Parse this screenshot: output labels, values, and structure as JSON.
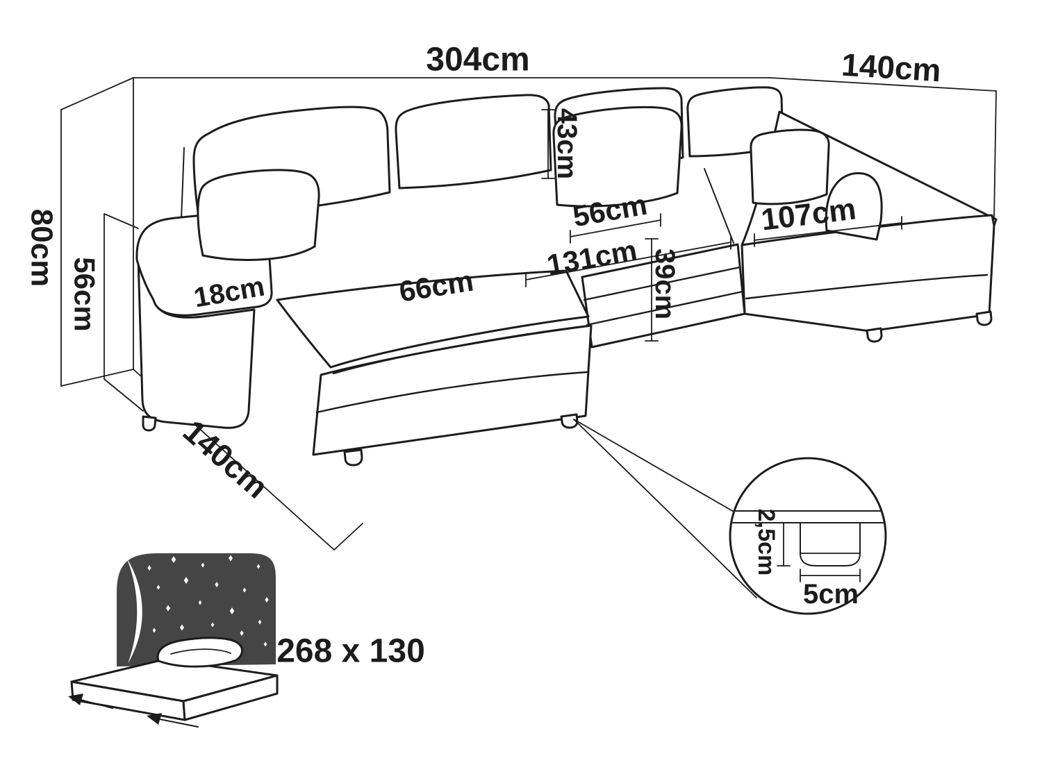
{
  "diagram": {
    "dims": {
      "total_width": "304cm",
      "right_depth": "140cm",
      "total_height": "80cm",
      "back_height": "56cm",
      "armrest_width": "18cm",
      "left_seat_width": "66cm",
      "back_cushion_height": "43cm",
      "mid_seat_depth": "56cm",
      "mid_seat_width": "131cm",
      "seat_height": "39cm",
      "right_seat_width": "107cm",
      "left_depth": "140cm",
      "leg_height": "2,5cm",
      "leg_width": "5cm"
    },
    "sleeping_area_label": "268 x 130",
    "icons": {
      "bed": "sofa-bed-icon",
      "leg_detail": "leg-detail-callout"
    },
    "colors": {
      "line": "#1c1c1c",
      "headboard": "#454545",
      "background": "#ffffff"
    }
  }
}
